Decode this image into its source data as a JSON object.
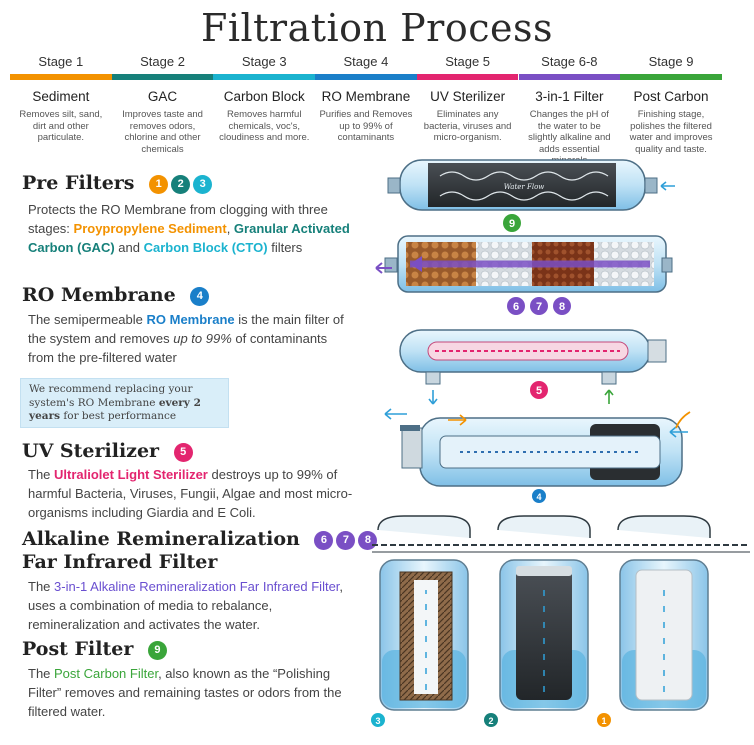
{
  "title": "Filtration Process",
  "stages": [
    {
      "num": "Stage 1",
      "name": "Sediment",
      "desc": "Removes silt, sand, dirt and other particulate.",
      "color": "#f39200"
    },
    {
      "num": "Stage 2",
      "name": "GAC",
      "desc": "Improves taste and removes odors, chlorine and other chemicals",
      "color": "#16807a"
    },
    {
      "num": "Stage 3",
      "name": "Carbon Block",
      "desc": "Removes harmful chemicals, voc's, cloudiness and more.",
      "color": "#1bb3cf"
    },
    {
      "num": "Stage 4",
      "name": "RO Membrane",
      "desc": "Purifies and Removes up to 99% of contaminants",
      "color": "#1a7fc9"
    },
    {
      "num": "Stage 5",
      "name": "UV Sterilizer",
      "desc": "Eliminates any bacteria, viruses and micro-organism.",
      "color": "#e3256f"
    },
    {
      "num": "Stage 6-8",
      "name": "3-in-1 Filter",
      "desc": "Changes the pH of the water to be slightly alkaline and adds essential minerals",
      "color": "#7a4fc4"
    },
    {
      "num": "Stage 9",
      "name": "Post Carbon",
      "desc": "Finishing stage, polishes the filtered water and improves quality and taste.",
      "color": "#3aa53a"
    }
  ],
  "sections": {
    "pre": {
      "title": "Pre Filters",
      "badges": [
        "1",
        "2",
        "3"
      ],
      "t1": "Protects the RO Membrane from clogging with three stages: ",
      "h1": "Proypropylene Sediment",
      "t2": ", ",
      "h2": "Granular Activated Carbon (GAC)",
      "t3": " and ",
      "h3": "Carbon Block (CTO)",
      "t4": " filters"
    },
    "ro": {
      "title": "RO Membrane",
      "badges": [
        "4"
      ],
      "t1": "The semipermeable ",
      "h1": "RO Membrane",
      "t2": " is the main filter of the system and removes ",
      "em": "up to 99%",
      "t3": " of contaminants from the pre-filtered water",
      "note1": "We recommend replacing your system's RO Membrane ",
      "note_bold": "every 2 years",
      "note2": " for best performance"
    },
    "uv": {
      "title": "UV Sterilizer",
      "badges": [
        "5"
      ],
      "t1": "The ",
      "h1": "Ultraliolet Light Sterilizer",
      "t2": " destroys up to 99% of harmful Bacteria, Viruses, Fungii, Algae and most micro-organisms including Giardia and E Coli."
    },
    "alk": {
      "title1": "Alkaline Remineralization",
      "title2": "Far Infrared Filter",
      "badges": [
        "6",
        "7",
        "8"
      ],
      "t1": "The ",
      "h1": "3-in-1 Alkaline Remineralization Far Infrared Filter",
      "t2": ", uses a combination of media to rebalance, remineralization and activates the water."
    },
    "post": {
      "title": "Post Filter",
      "badges": [
        "9"
      ],
      "t1": "The ",
      "h1": "Post Carbon Filter",
      "t2": ", also known as the “Polishing Filter” removes and remaining tastes or odors from the filtered water."
    }
  },
  "illustration": {
    "water_flow_label": "Water Flow",
    "badge_post": "9",
    "badges_alk": [
      "6",
      "7",
      "8"
    ],
    "badge_uv": "5",
    "badge_ro": "4",
    "badges_pre": [
      "3",
      "2",
      "1"
    ]
  }
}
